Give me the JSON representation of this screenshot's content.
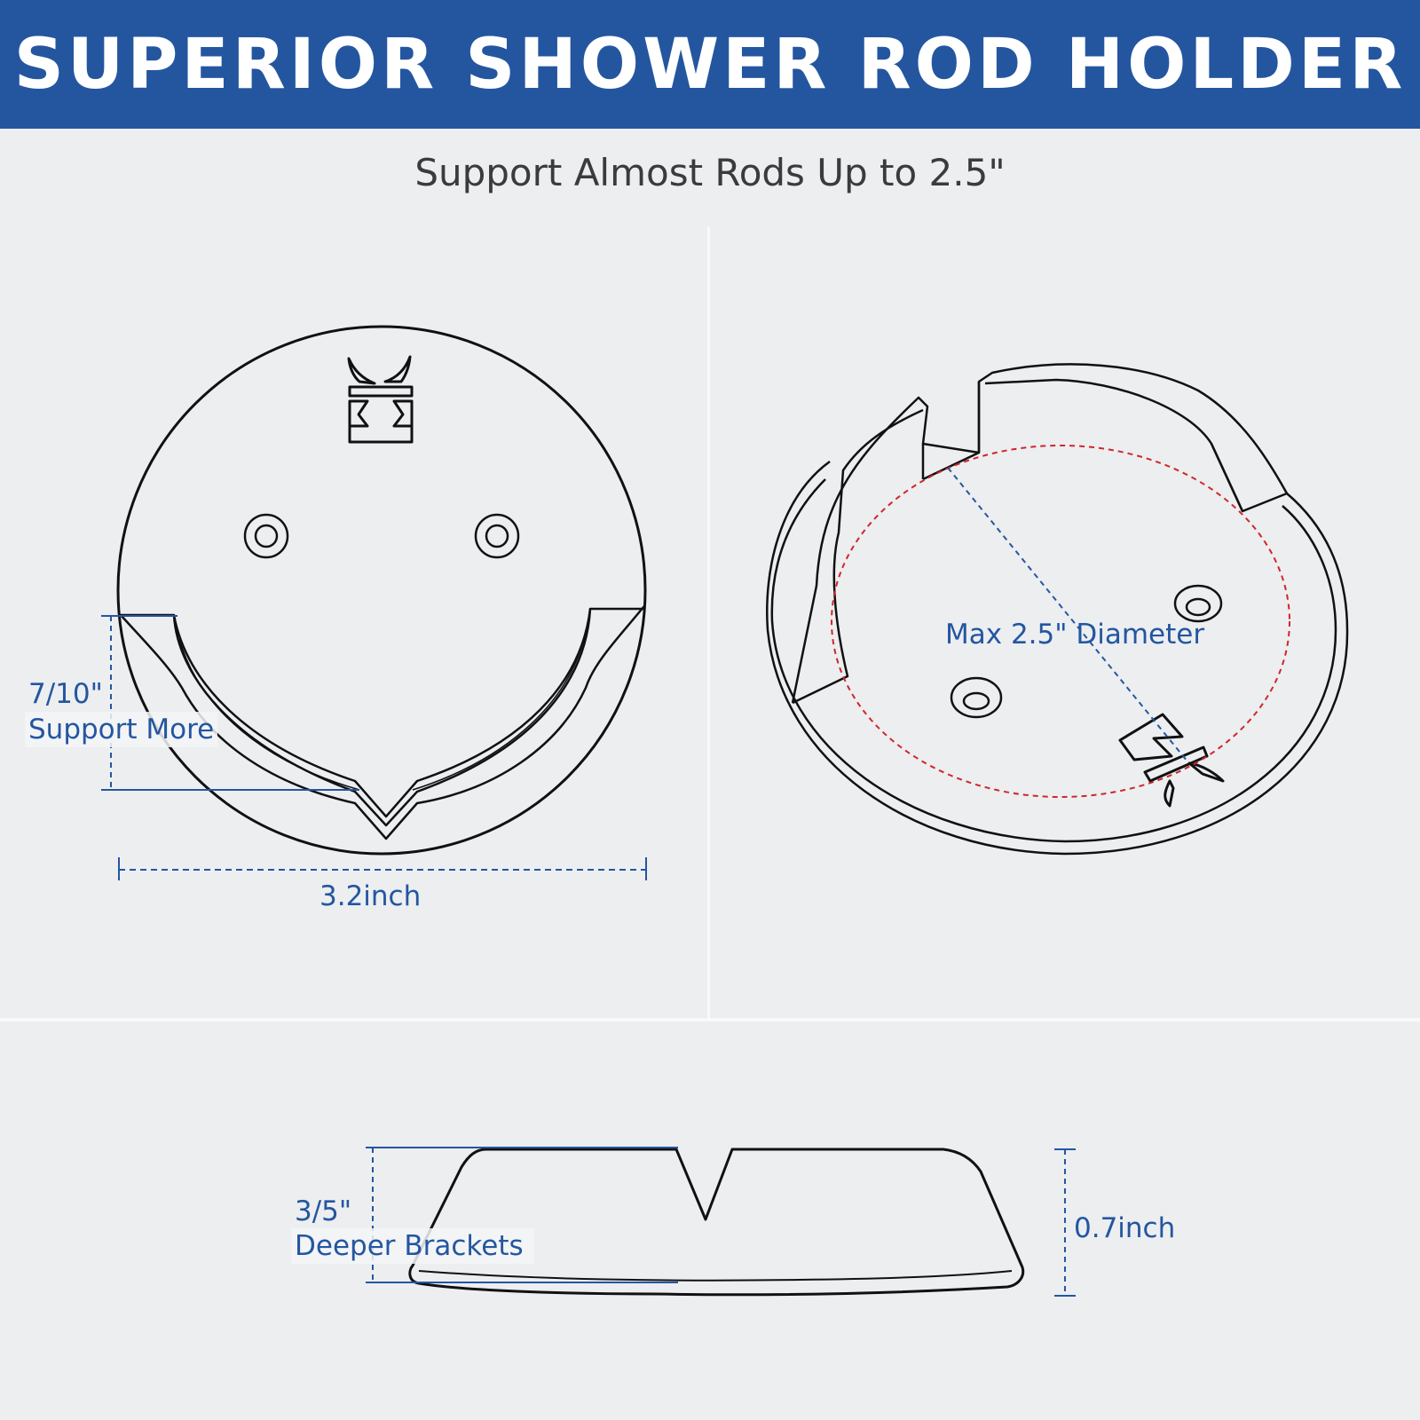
{
  "header": {
    "title": "SUPERIOR SHOWER ROD HOLDER"
  },
  "subtitle": "Support Almost Rods Up to 2.5\"",
  "front_view": {
    "depth_value": "7/10\"",
    "depth_caption": "Support More",
    "width_label": "3.2inch"
  },
  "angled_view": {
    "diameter_label": "Max 2.5\" Diameter"
  },
  "side_view": {
    "bracket_value": "3/5\"",
    "bracket_caption": "Deeper Brackets",
    "height_label": "0.7inch"
  },
  "colors": {
    "brand_blue": "#2456a0",
    "outline": "#111111",
    "diameter_guide": "#d0262b"
  }
}
